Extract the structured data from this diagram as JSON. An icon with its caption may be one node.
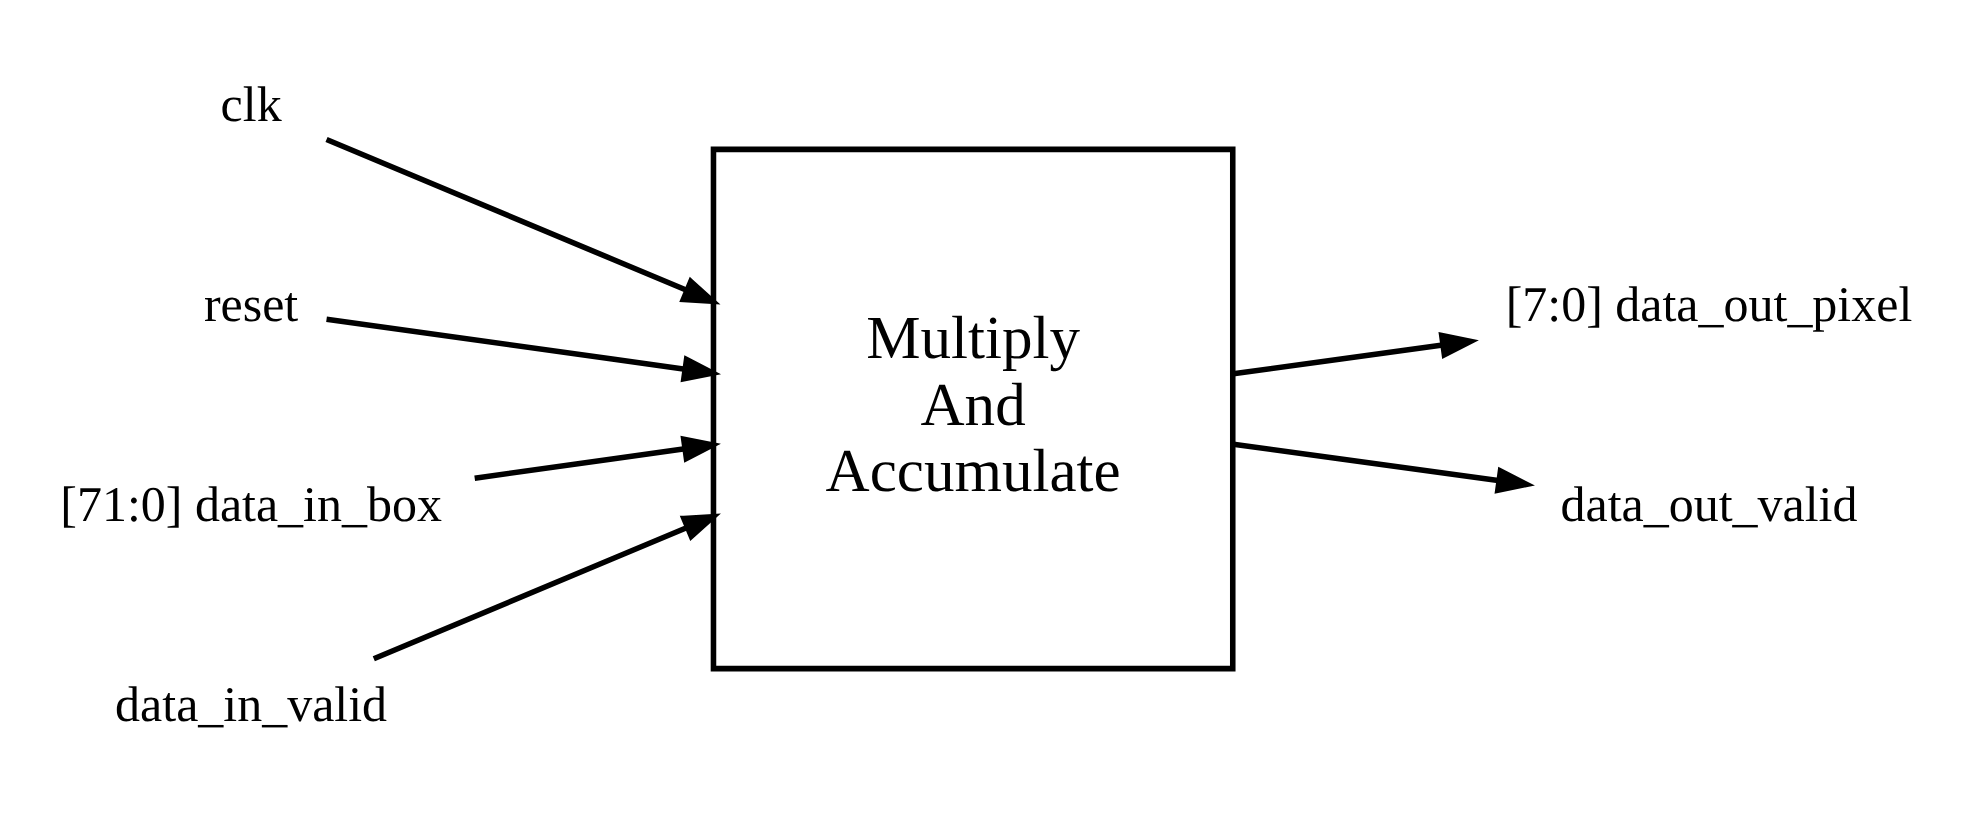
{
  "diagram": {
    "nodes": [
      {
        "text": [
          "Multiply And Accumulate"
        ]
      },
      {
        "text": [
          "clk"
        ]
      },
      {
        "text": [
          "reset"
        ]
      },
      {
        "text": [
          "[71:0] data_in_box"
        ]
      },
      {
        "text": [
          "data_in_valid"
        ]
      },
      {
        "text": [
          "[7:0] data_out_pixel"
        ]
      },
      {
        "text": [
          "data_out_valid"
        ]
      }
    ],
    "edges": [
      {
        "from": 1,
        "to": 0,
        "arrow": "to"
      },
      {
        "from": 2,
        "to": 0,
        "arrow": "to"
      },
      {
        "from": 3,
        "to": 0,
        "arrow": "to"
      },
      {
        "from": 4,
        "to": 0,
        "arrow": "to"
      },
      {
        "from": 0,
        "to": 5,
        "arrow": "to"
      },
      {
        "from": 0,
        "to": 6,
        "arrow": "to"
      }
    ]
  }
}
